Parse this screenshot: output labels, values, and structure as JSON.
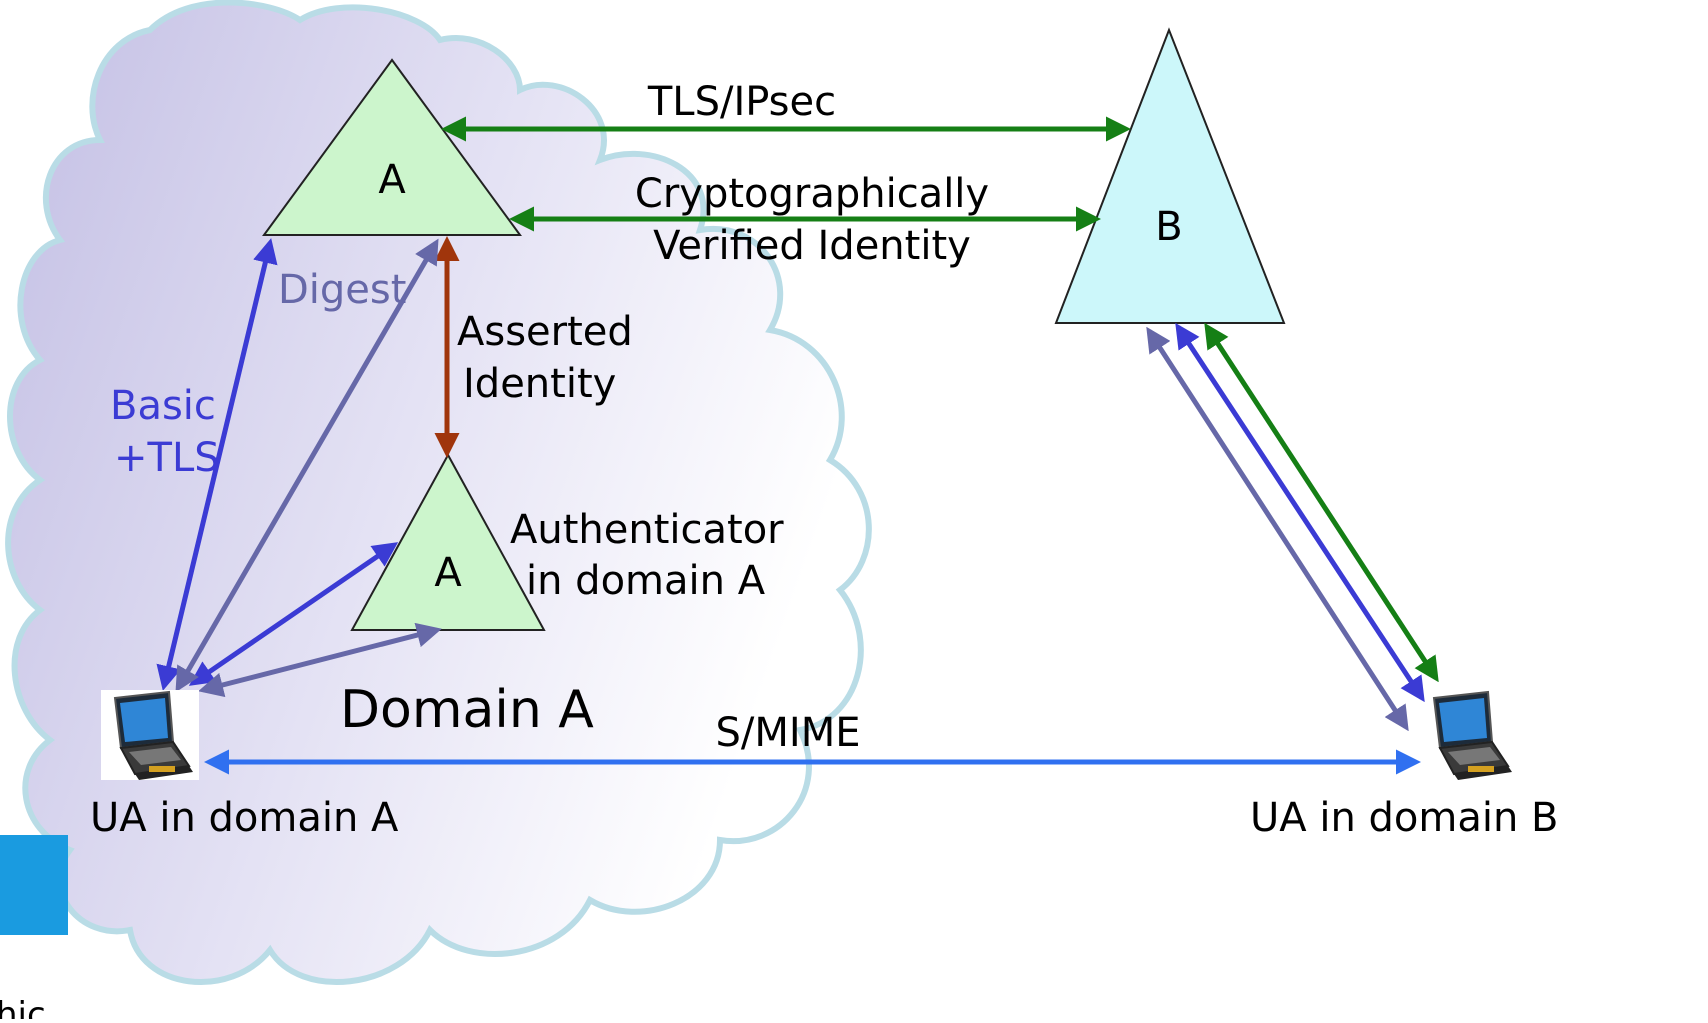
{
  "colors": {
    "cloud": "#c8c4e6",
    "cloud_edge": "#b9dce6",
    "triangle_a": "#ccf5cc",
    "triangle_b": "#ccf7fa",
    "green": "#157f15",
    "blue": "#3b3bd4",
    "slate": "#6668a8",
    "brown": "#a0350c",
    "light_blue": "#3070f0",
    "corner_square": "#1a9be0"
  },
  "nodes": {
    "proxy_a": "A",
    "authenticator_a": "A",
    "proxy_b": "B"
  },
  "labels": {
    "tls_ipsec": "TLS/IPsec",
    "crypto_line1": "Cryptographically",
    "crypto_line2": "Verified Identity",
    "digest": "Digest",
    "asserted_line1": "Asserted",
    "asserted_line2": "Identity",
    "basic_line1": "Basic",
    "basic_line2": "+TLS",
    "authenticator_line1": "Authenticator",
    "authenticator_line2": "in domain A",
    "domain_a": "Domain A",
    "smime": "S/MIME",
    "ua_a": "UA in domain A",
    "ua_b": "UA in domain B",
    "corner_fragment": "hic"
  },
  "icons": {
    "ua_a_icon": "laptop-icon",
    "ua_b_icon": "laptop-icon"
  }
}
